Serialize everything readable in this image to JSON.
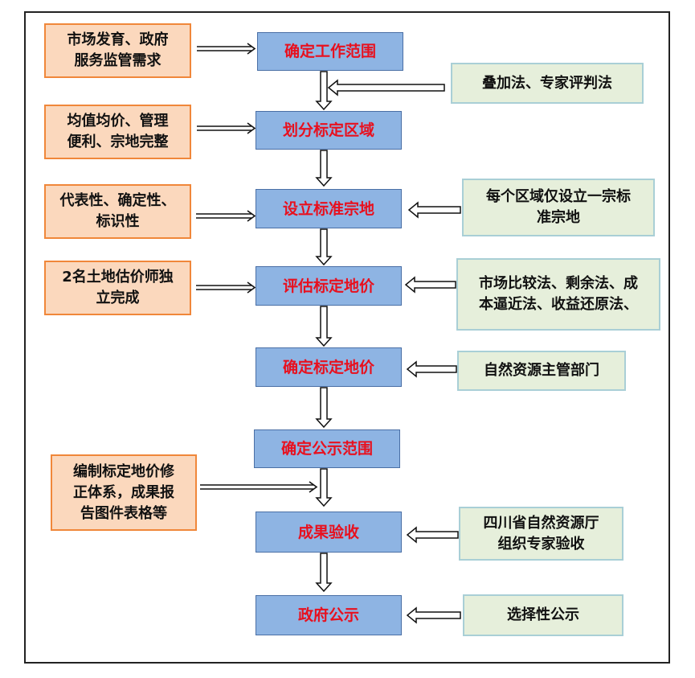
{
  "steps": [
    "确定工作范围",
    "划分标定区域",
    "设立标准宗地",
    "评估标定地价",
    "确定标定地价",
    "确定公示范围",
    "成果验收",
    "政府公示"
  ],
  "inputs": [
    [
      "市场发育、政府",
      "服务监管需求"
    ],
    [
      "均值均价、管理",
      "便利、宗地完整"
    ],
    [
      "代表性、确定性、",
      "标识性"
    ],
    [
      "2名土地估价师独",
      "立完成"
    ],
    [
      "编制标定地价修",
      "正体系，成果报",
      "告图件表格等"
    ]
  ],
  "methods": [
    [
      "叠加法、专家评判法"
    ],
    [
      "每个区域仅设立一宗标",
      "准宗地"
    ],
    [
      "市场比较法、剩余法、成",
      "本逼近法、收益还原法、"
    ],
    [
      "自然资源主管部门"
    ],
    [
      "四川省自然资源厅",
      "组织专家验收"
    ],
    [
      "选择性公示"
    ]
  ],
  "colors": {
    "step_fill": "#8eb4e3",
    "step_text": "#e8101e",
    "input_fill": "#fbd8bd",
    "input_border": "#f0873a",
    "method_fill": "#e6efdb",
    "method_border": "#a9cfd6"
  }
}
